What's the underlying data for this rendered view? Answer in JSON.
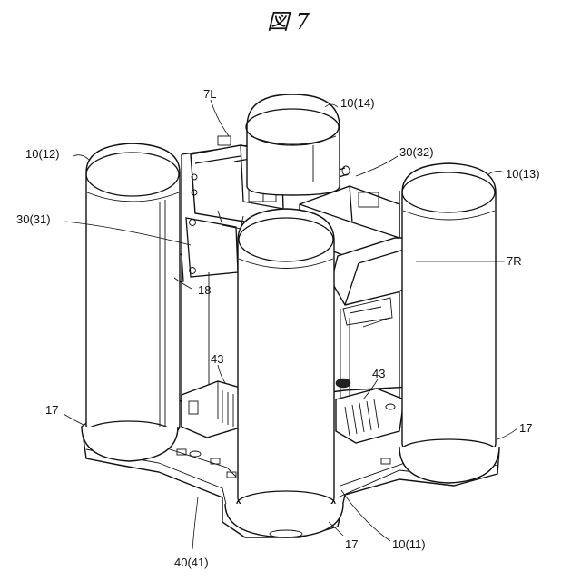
{
  "figure": {
    "title": "図 7",
    "labels": {
      "tank_back": "10(14)",
      "tank_left": "10(12)",
      "tank_right": "10(13)",
      "tank_front": "10(11)",
      "part_7L": "7L",
      "part_7R": "7R",
      "part_30_32": "30(32)",
      "part_30_31": "30(31)",
      "part_18": "18",
      "part_43_left": "43",
      "part_43_right": "43",
      "part_17_left": "17",
      "part_17_right": "17",
      "part_17_bottom": "17",
      "base_40_41": "40(41)"
    }
  }
}
